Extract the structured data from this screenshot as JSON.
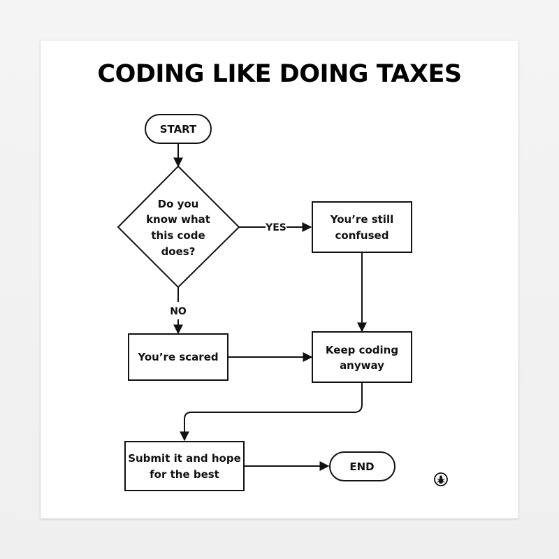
{
  "title": "CODING LIKE DOING TAXES",
  "nodes": {
    "start": {
      "label": "START"
    },
    "decision": {
      "lines": [
        "Do you",
        "know what",
        "this code",
        "does?"
      ]
    },
    "confused": {
      "lines": [
        "You’re still",
        "confused"
      ]
    },
    "scared": {
      "label": "You’re scared"
    },
    "keep": {
      "lines": [
        "Keep coding",
        "anyway"
      ]
    },
    "submit": {
      "lines": [
        "Submit it and hope",
        "for the best"
      ]
    },
    "end": {
      "label": "END"
    }
  },
  "edges": {
    "yes": "YES",
    "no": "NO"
  },
  "logo_icon": "bug-icon"
}
